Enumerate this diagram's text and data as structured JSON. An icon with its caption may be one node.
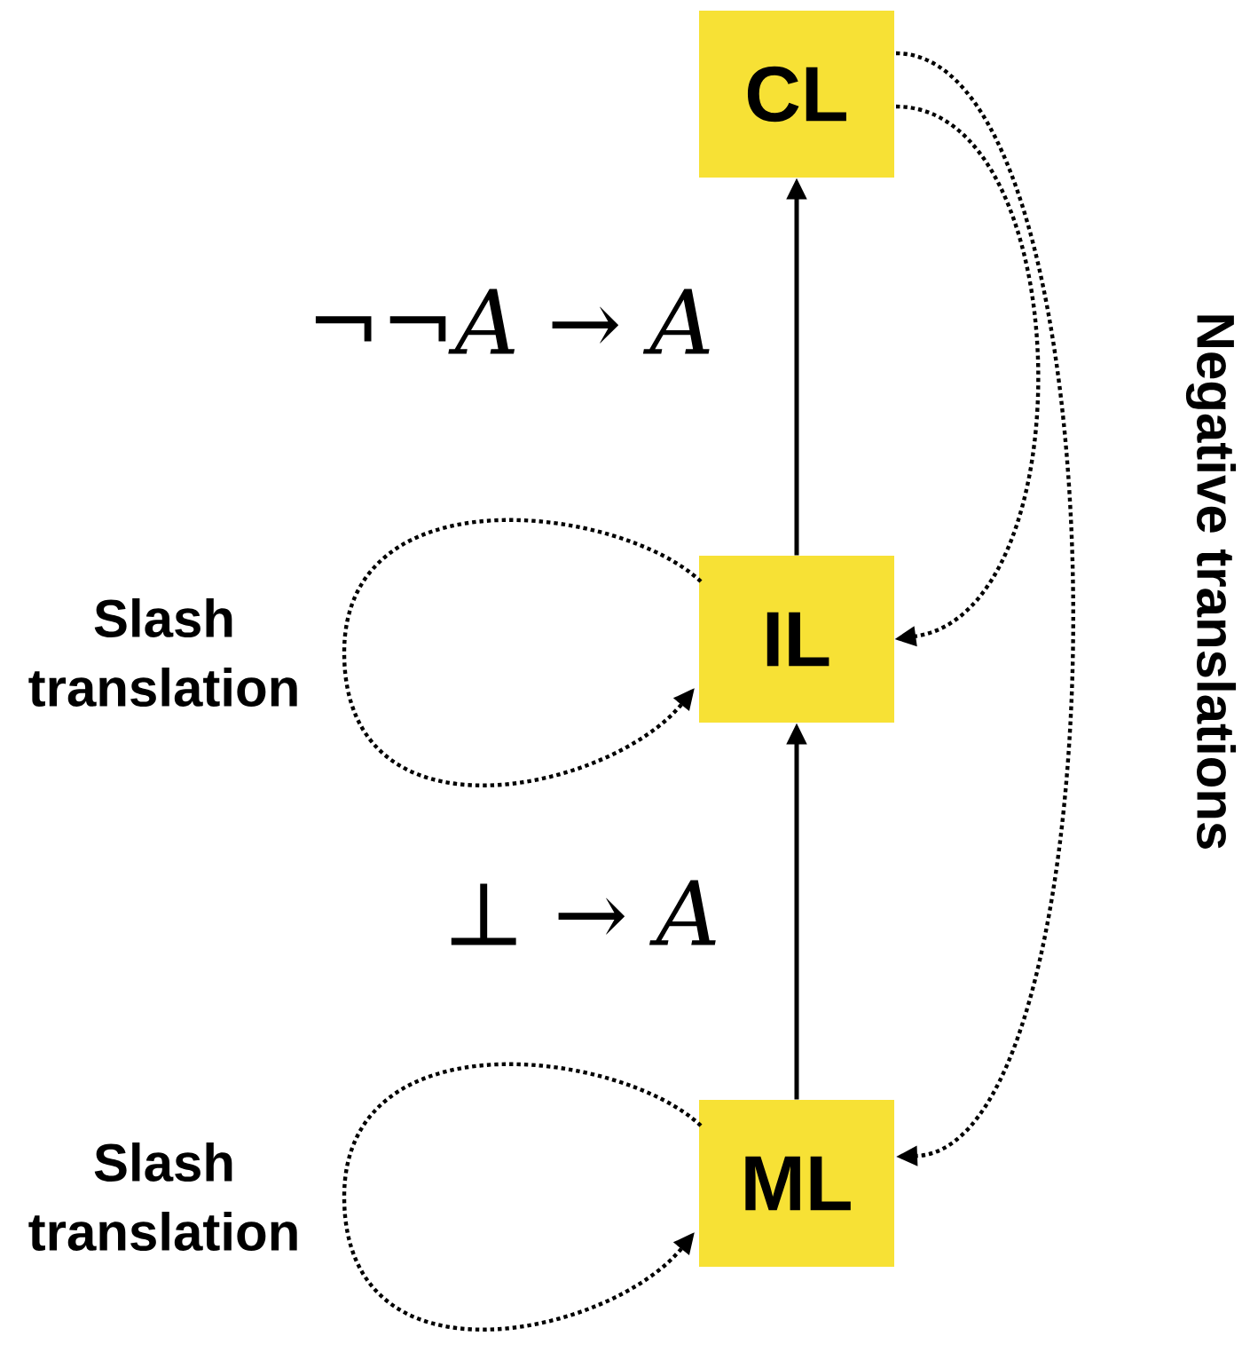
{
  "diagram": {
    "nodes": [
      {
        "text": [
          "CL"
        ]
      },
      {
        "text": [
          "IL"
        ]
      },
      {
        "text": [
          "ML"
        ]
      }
    ],
    "edges": [
      {
        "from": 1,
        "to": 0,
        "arrow": "to",
        "label": "¬¬*A* → *A*"
      },
      {
        "from": 2,
        "to": 1,
        "arrow": "to",
        "label": "⊥ → *A*"
      },
      {
        "from": 0,
        "to": 1,
        "arrow": "to",
        "style": "dashed"
      },
      {
        "from": 0,
        "to": 2,
        "arrow": "to",
        "style": "dashed"
      },
      {
        "from": 1,
        "to": 1,
        "arrow": "to",
        "style": "dashed",
        "label": "Slash translation"
      },
      {
        "from": 2,
        "to": 2,
        "arrow": "to",
        "style": "dashed",
        "label": "Slash translation"
      }
    ],
    "labels": [
      "Negative translations"
    ]
  }
}
